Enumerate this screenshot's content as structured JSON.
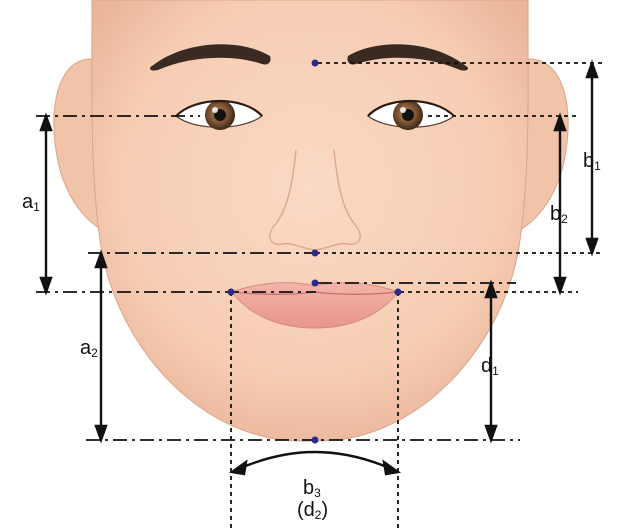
{
  "labels": {
    "a1": {
      "main": "a",
      "sub": "1"
    },
    "a2": {
      "main": "a",
      "sub": "2"
    },
    "b1": {
      "main": "b",
      "sub": "1"
    },
    "b2": {
      "main": "b",
      "sub": "2"
    },
    "b3": {
      "main": "b",
      "sub": "3"
    },
    "d1": {
      "main": "d",
      "sub": "1"
    },
    "d2": {
      "main": "d",
      "sub": "2",
      "open": "(",
      "close": ")"
    }
  },
  "colors": {
    "skin": "#f6cdb4",
    "skin_shadow": "#eab59a",
    "brow": "#3a2a22",
    "iris": "#7a5232",
    "lips": "#f0a9a0",
    "landmark": "#2b2b8c",
    "line": "#111111"
  }
}
